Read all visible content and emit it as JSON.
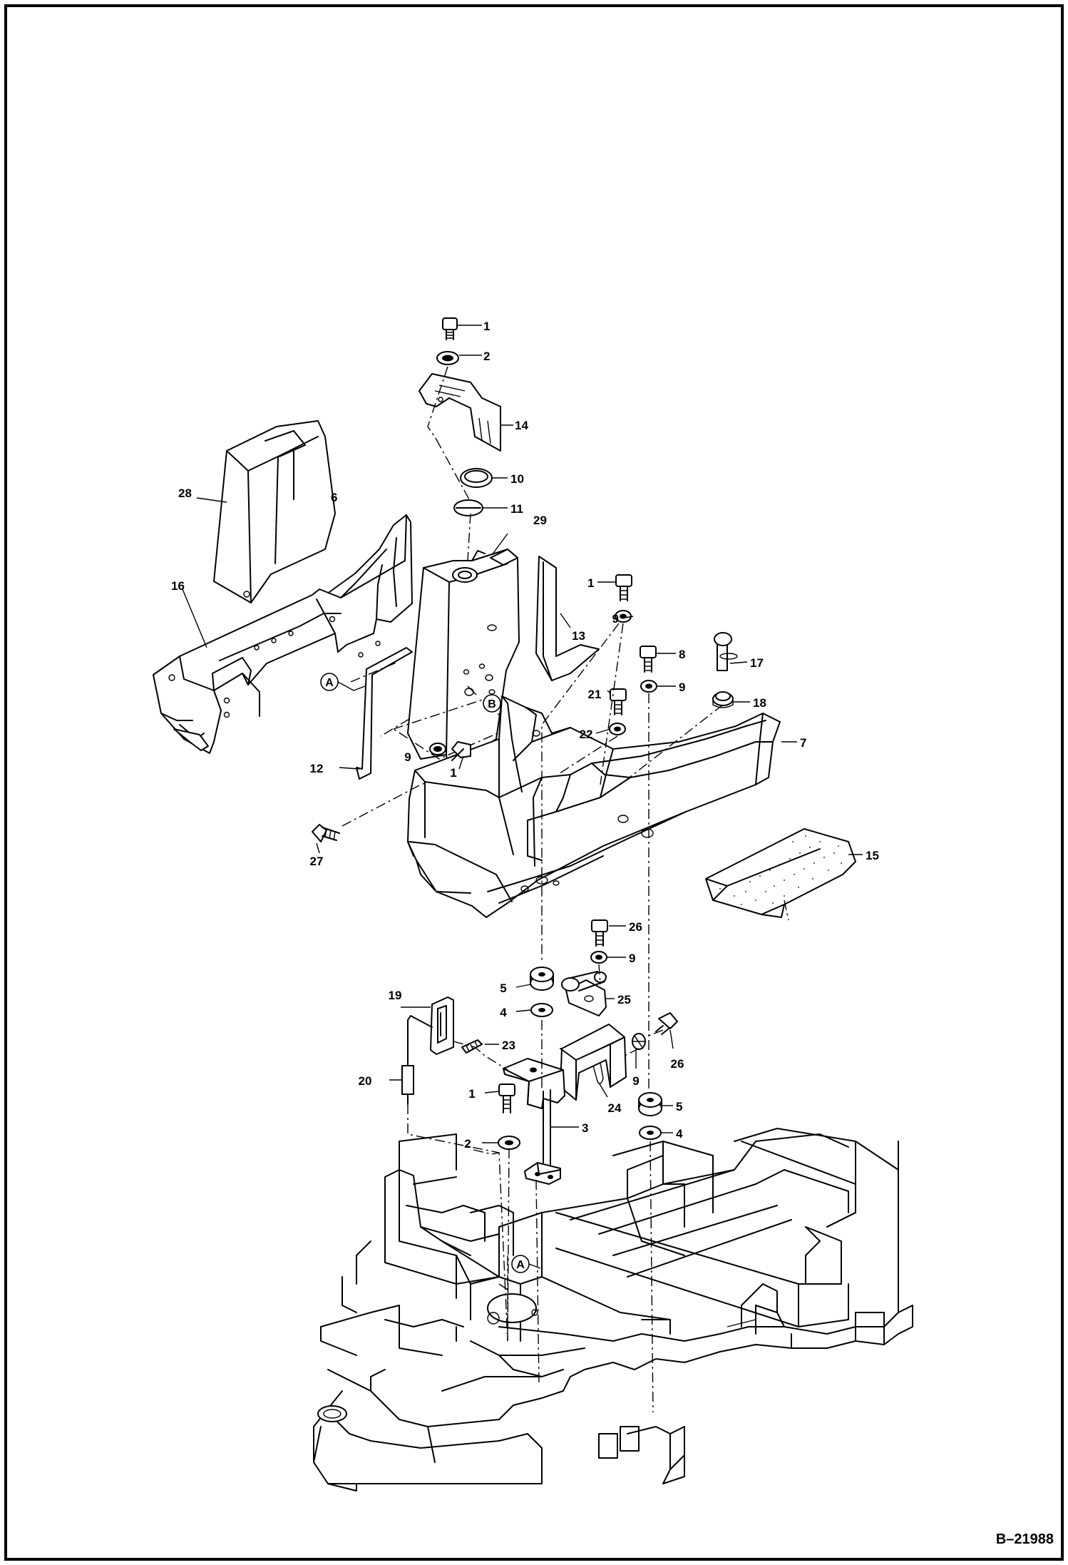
{
  "drawing": {
    "identifier": "B–21988"
  },
  "callouts": [
    {
      "id": "c1a",
      "text": "1"
    },
    {
      "id": "c2a",
      "text": "2"
    },
    {
      "id": "c14",
      "text": "14"
    },
    {
      "id": "c10",
      "text": "10"
    },
    {
      "id": "c11",
      "text": "11"
    },
    {
      "id": "c29",
      "text": "29"
    },
    {
      "id": "c28",
      "text": "28"
    },
    {
      "id": "c6",
      "text": "6"
    },
    {
      "id": "c16",
      "text": "16"
    },
    {
      "id": "c1b",
      "text": "1"
    },
    {
      "id": "c9a",
      "text": "9"
    },
    {
      "id": "c13",
      "text": "13"
    },
    {
      "id": "c8",
      "text": "8"
    },
    {
      "id": "c9b",
      "text": "9"
    },
    {
      "id": "c17",
      "text": "17"
    },
    {
      "id": "c18",
      "text": "18"
    },
    {
      "id": "c21",
      "text": "21"
    },
    {
      "id": "c22",
      "text": "22"
    },
    {
      "id": "c9c",
      "text": "9"
    },
    {
      "id": "c1c",
      "text": "1"
    },
    {
      "id": "c7",
      "text": "7"
    },
    {
      "id": "c12",
      "text": "12"
    },
    {
      "id": "c27",
      "text": "27"
    },
    {
      "id": "c15",
      "text": "15"
    },
    {
      "id": "c26a",
      "text": "26"
    },
    {
      "id": "c9d",
      "text": "9"
    },
    {
      "id": "c5a",
      "text": "5"
    },
    {
      "id": "c4a",
      "text": "4"
    },
    {
      "id": "c25",
      "text": "25"
    },
    {
      "id": "c19",
      "text": "19"
    },
    {
      "id": "c23",
      "text": "23"
    },
    {
      "id": "c26b",
      "text": "26"
    },
    {
      "id": "c9e",
      "text": "9"
    },
    {
      "id": "c20",
      "text": "20"
    },
    {
      "id": "c1d",
      "text": "1"
    },
    {
      "id": "c24",
      "text": "24"
    },
    {
      "id": "c5b",
      "text": "5"
    },
    {
      "id": "c3",
      "text": "3"
    },
    {
      "id": "c2b",
      "text": "2"
    },
    {
      "id": "c4b",
      "text": "4"
    }
  ],
  "references": [
    {
      "id": "refA1",
      "text": "A"
    },
    {
      "id": "refB",
      "text": "B"
    },
    {
      "id": "refA2",
      "text": "A"
    }
  ]
}
